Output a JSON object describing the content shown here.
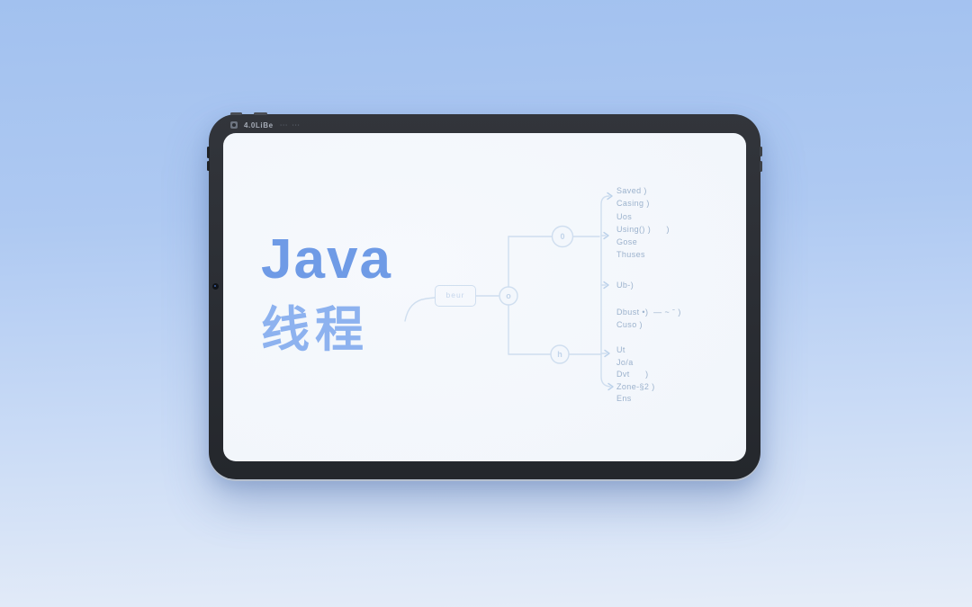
{
  "colors": {
    "background_top": "#a2c1ef",
    "background_bottom": "#e6edf8",
    "device_frame": "#2a2d33",
    "screen_background": "#f3f7fc",
    "title_primary": "#6f9be6",
    "title_secondary": "#8db2ef",
    "map_stroke": "#cfdeef",
    "map_text": "#9cb2cd"
  },
  "status_bar": {
    "time": "4.0LiBe",
    "dots": "⋯ ⋯"
  },
  "title": {
    "line1": "Java",
    "line2": "线程"
  },
  "mindmap": {
    "root_label": "beur",
    "center_node_glyph": "o",
    "top_node_glyph": "0",
    "bottom_node_glyph": "h",
    "branch_top_items": [
      "Saved )",
      "Casing )",
      "Uos",
      "Using() )      )",
      "Gose",
      "Thuses"
    ],
    "branch_mid_head": "Ub-)",
    "branch_mid_items": [
      "Dbust •)  — ~ ˉ )",
      "Cuso )"
    ],
    "branch_bottom_items": [
      "Ut",
      "Jo/a",
      "Dvt      )",
      "Zone-§2 )",
      "Ens"
    ]
  }
}
